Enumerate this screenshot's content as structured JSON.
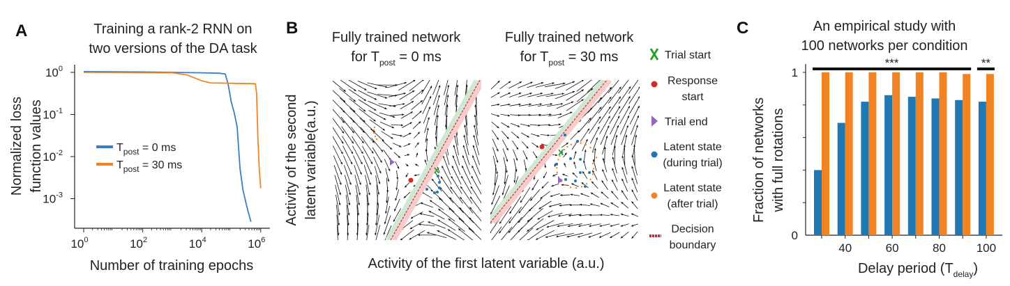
{
  "panel_labels": {
    "a": "A",
    "b": "B",
    "c": "C"
  },
  "colors": {
    "blue": "#1f77b4",
    "orange": "#f28322",
    "green": "#2ca02c",
    "red": "#d62728",
    "purple": "#9467bd"
  },
  "chart_data": [
    {
      "type": "line",
      "title_line1": "Training a rank-2 RNN on",
      "title_line2": "two versions of the DA task",
      "xlabel": "Number of training epochs",
      "ylabel_line1": "Normalized loss",
      "ylabel_line2": "function values",
      "xscale": "log",
      "yscale": "log",
      "xlim_log10": [
        -0.2,
        6.3
      ],
      "ylim_log10": [
        -3.85,
        0.2
      ],
      "xticks": [
        {
          "label": "10",
          "exp": "0",
          "v": 0
        },
        {
          "label": "10",
          "exp": "2",
          "v": 2
        },
        {
          "label": "10",
          "exp": "4",
          "v": 4
        },
        {
          "label": "10",
          "exp": "6",
          "v": 6
        }
      ],
      "yticks": [
        {
          "label": "10",
          "exp": "0",
          "v": 0
        },
        {
          "label": "10",
          "exp": "-1",
          "v": -1
        },
        {
          "label": "10",
          "exp": "-2",
          "v": -2
        },
        {
          "label": "10",
          "exp": "-3",
          "v": -3
        }
      ],
      "legend_position": "center-left",
      "series": [
        {
          "name": "T",
          "sub": "post",
          "suffix": " = 0 ms",
          "color": "#3a7dc0",
          "points_log10": [
            [
              0,
              0.02
            ],
            [
              2,
              0.01
            ],
            [
              3,
              0.0
            ],
            [
              4,
              -0.01
            ],
            [
              4.6,
              -0.02
            ],
            [
              4.8,
              -0.04
            ],
            [
              4.9,
              -0.3
            ],
            [
              5.0,
              -0.7
            ],
            [
              5.1,
              -0.95
            ],
            [
              5.2,
              -1.3
            ],
            [
              5.25,
              -1.8
            ],
            [
              5.3,
              -2.3
            ],
            [
              5.4,
              -2.8
            ],
            [
              5.55,
              -3.25
            ],
            [
              5.67,
              -3.55
            ]
          ]
        },
        {
          "name": "T",
          "sub": "post",
          "suffix": " = 30 ms",
          "color": "#f28322",
          "points_log10": [
            [
              0,
              0.0
            ],
            [
              3,
              -0.01
            ],
            [
              3.5,
              -0.06
            ],
            [
              4,
              -0.2
            ],
            [
              4.3,
              -0.25
            ],
            [
              5,
              -0.26
            ],
            [
              5.82,
              -0.27
            ],
            [
              5.86,
              -0.5
            ],
            [
              5.9,
              -1.5
            ],
            [
              5.95,
              -2.3
            ],
            [
              6.0,
              -2.75
            ]
          ]
        }
      ]
    },
    {
      "type": "phase-portrait",
      "panels": [
        {
          "title_line1": "Fully trained network",
          "title_pre": "for T",
          "title_sub": "post",
          "title_post": " = 0 ms"
        },
        {
          "title_line1": "Fully trained network",
          "title_pre": "for T",
          "title_sub": "post",
          "title_post": " = 30 ms"
        }
      ],
      "xlabel": "Activity of the first latent variable (a.u.)",
      "ylabel_line1": "Activity of the second",
      "ylabel_line2": "latent variable(a.u.)",
      "legend": [
        {
          "icon": "x-marker",
          "line1": "Trial start",
          "line2": ""
        },
        {
          "icon": "red-dot",
          "line1": "Response",
          "line2": "start"
        },
        {
          "icon": "purple-triangle",
          "line1": "Trial end",
          "line2": ""
        },
        {
          "icon": "blue-dot",
          "line1": "Latent state",
          "line2": "(during trial)"
        },
        {
          "icon": "orange-dot",
          "line1": "Latent state",
          "line2": "(after trial)"
        },
        {
          "icon": "red-dashed-line",
          "line1": "Decision",
          "line2": "boundary"
        }
      ]
    },
    {
      "type": "bar",
      "title_line1": "An empirical study with",
      "title_line2": "100 networks per condition",
      "xlabel_pre": "Delay period (T",
      "xlabel_sub": "delay",
      "xlabel_post": ")",
      "ylabel_line1": "Fraction of networks",
      "ylabel_line2": "with full rotations",
      "ylim": [
        0,
        1
      ],
      "yticks": [
        "0",
        "1"
      ],
      "categories": [
        30,
        40,
        50,
        60,
        70,
        80,
        90,
        100
      ],
      "xtick_labels": [
        {
          "v": 40,
          "label": "40"
        },
        {
          "v": 60,
          "label": "60"
        },
        {
          "v": 80,
          "label": "80"
        },
        {
          "v": 100,
          "label": "100"
        }
      ],
      "series": [
        {
          "name": "T_post = 0 ms",
          "color": "#1f77b4",
          "values": [
            0.4,
            0.69,
            0.82,
            0.86,
            0.85,
            0.84,
            0.83,
            0.82
          ]
        },
        {
          "name": "T_post = 30 ms",
          "color": "#f28322",
          "values": [
            1.0,
            1.0,
            1.0,
            1.0,
            1.0,
            1.0,
            0.99,
            0.99
          ]
        }
      ],
      "significance": [
        {
          "from": 30,
          "to": 90,
          "label": "***"
        },
        {
          "from": 100,
          "to": 100,
          "label": "**"
        }
      ]
    }
  ]
}
